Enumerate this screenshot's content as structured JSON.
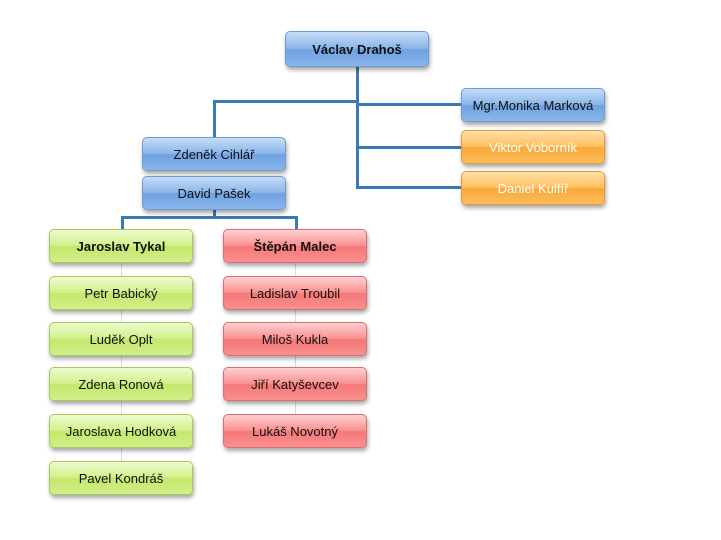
{
  "org": {
    "head": "Václav Drahoš",
    "assistants": [
      "Mgr.Monika Marková",
      "Viktor Voborník",
      "Daniel Kulfíř"
    ],
    "deputy": "Zdeněk Cihlář",
    "manager": "David Pašek",
    "team_green": {
      "lead": "Jaroslav Tykal",
      "members": [
        "Petr Babický",
        "Luděk Oplt",
        "Zdena Ronová",
        "Jaroslava Hodková",
        "Pavel Kondráš"
      ]
    },
    "team_red": {
      "lead": "Štěpán Malec",
      "members": [
        "Ladislav Troubil",
        "Miloš Kukla",
        "Jiří Katyševcev",
        "Lukáš Novotný"
      ]
    }
  },
  "colors": {
    "connector": "#3a7ab8",
    "blue": "#8bb6ea",
    "orange": "#f9a83a",
    "green": "#c4e76b",
    "red": "#f57878"
  }
}
